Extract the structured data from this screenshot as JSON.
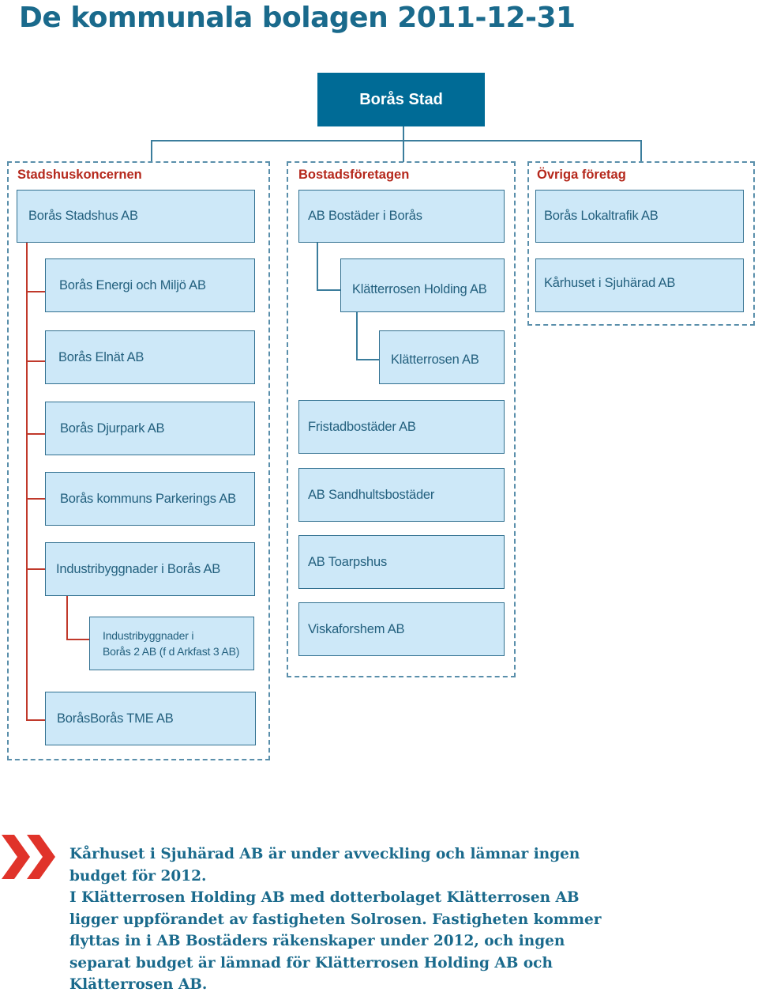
{
  "title": "De kommunala bolagen 2011-12-31",
  "root": "Borås Stad",
  "groups": {
    "stadshus": {
      "label": "Stadshuskoncernen",
      "head": "Borås Stadshus AB",
      "children": [
        "Borås Energi och Miljö AB",
        "Borås Elnät AB",
        "Borås Djurpark AB",
        "Borås kommuns Parkerings AB",
        "Industribyggnader i Borås AB",
        "BoråsBorås TME AB"
      ],
      "grandchild_line1": "Industribyggnader i",
      "grandchild_line2": "Borås 2 AB (f d Arkfast 3 AB)"
    },
    "bostad": {
      "label": "Bostadsföretagen",
      "head": "AB Bostäder i Borås",
      "holding": "Klätterrosen Holding AB",
      "sub": "Klätterrosen AB",
      "others": [
        "Fristadbostäder AB",
        "AB Sandhultsbostäder",
        "AB Toarpshus",
        "Viskaforshem AB"
      ]
    },
    "ovriga": {
      "label": "Övriga företag",
      "items": [
        "Borås Lokaltrafik AB",
        "Kårhuset i Sjuhärad AB"
      ]
    }
  },
  "note": {
    "p1": "Kårhuset i Sjuhärad AB är under avveckling och lämnar ingen budget för 2012.",
    "p2": "I Klätterrosen Holding AB med dotterbolaget Klätterrosen AB ligger uppförandet av fastigheten Solrosen. Fastigheten kommer flyttas in i AB Bostäders räkenskaper under 2012, och ingen separat budget är lämnad för Klätterrosen Holding AB och Klätterrosen AB."
  },
  "colors": {
    "title": "#1a6a8c",
    "root_fill": "#006b96",
    "box_fill": "#cde8f8",
    "box_border": "#317090",
    "group_label": "#b5281c",
    "connector_red": "#c0392b",
    "chevron": "#e0332a"
  },
  "icons": {
    "note_marker": "double-chevron-right-icon"
  }
}
